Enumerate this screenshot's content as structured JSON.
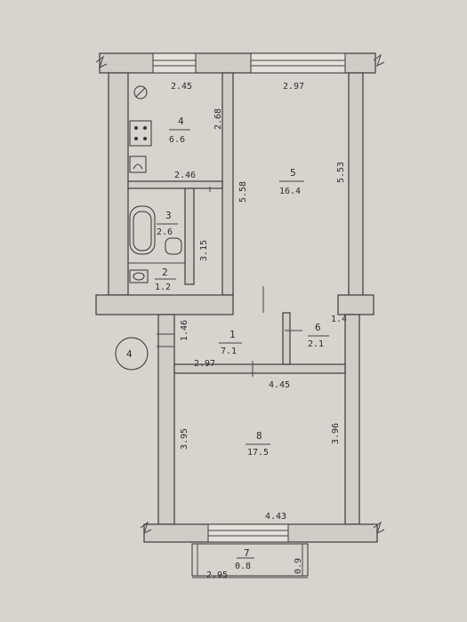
{
  "floor_plan": {
    "apartment_number": "4",
    "rooms": [
      {
        "id": "kitchen",
        "number": "4",
        "area": "6.6"
      },
      {
        "id": "living-room",
        "number": "5",
        "area": "16.4"
      },
      {
        "id": "bathroom",
        "number": "3",
        "area": "2.6"
      },
      {
        "id": "toilet",
        "number": "2",
        "area": "1.2"
      },
      {
        "id": "hallway",
        "number": "1",
        "area": "7.1"
      },
      {
        "id": "storage",
        "number": "6",
        "area": "2.1"
      },
      {
        "id": "bedroom",
        "number": "8",
        "area": "17.5"
      },
      {
        "id": "balcony",
        "number": "7",
        "area": "0.8"
      }
    ],
    "dimensions": {
      "kitchen_width": "2.45",
      "kitchen_height": "2.68",
      "kitchen_bottom": "2.46",
      "living_width": "2.97",
      "living_left": "5.58",
      "living_right": "5.53",
      "bath_height": "3.15",
      "hall_height": "1.46",
      "hall_width": "2.97",
      "storage_height": "1.4",
      "bedroom_top": "4.45",
      "bedroom_left": "3.95",
      "bedroom_right": "3.96",
      "bedroom_bottom": "4.43",
      "balcony_width": "2.95",
      "balcony_depth": "0.9"
    }
  }
}
